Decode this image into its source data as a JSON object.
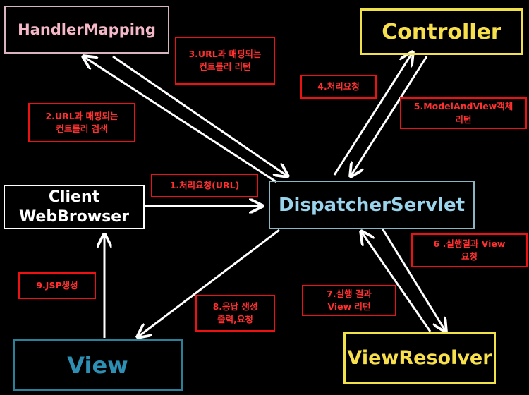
{
  "nodes": {
    "handler_mapping": "HandlerMapping",
    "controller": "Controller",
    "client": [
      "Client",
      "WebBrowser"
    ],
    "dispatcher": "DispatcherServlet",
    "view": "View",
    "view_resolver": "ViewResolver"
  },
  "steps": {
    "s1": [
      "1.처리요청(URL)"
    ],
    "s2": [
      "2.URL과 매핑되는",
      "컨트롤러 검색"
    ],
    "s3": [
      "3.URL과 매핑되는",
      "컨트롤러 리턴"
    ],
    "s4": [
      "4.처리요청"
    ],
    "s5": [
      "5.ModelAndView객체",
      "리턴"
    ],
    "s6": [
      "6 .실행결과 View",
      "요청"
    ],
    "s7": [
      "7.실행 결과",
      "View 리턴"
    ],
    "s8": [
      "8.응답 생성",
      "출력,요청"
    ],
    "s9": [
      "9.JSP생성"
    ]
  },
  "colors": {
    "background": "#000000",
    "step_border": "#ee1111",
    "step_text": "#ff3030",
    "arrow": "#ffffff",
    "controller_accent": "#f7e04c",
    "view_accent": "#2d8fb4",
    "dispatcher_accent": "#9ad4ec",
    "handler_mapping_accent": "#f4b8c8"
  }
}
